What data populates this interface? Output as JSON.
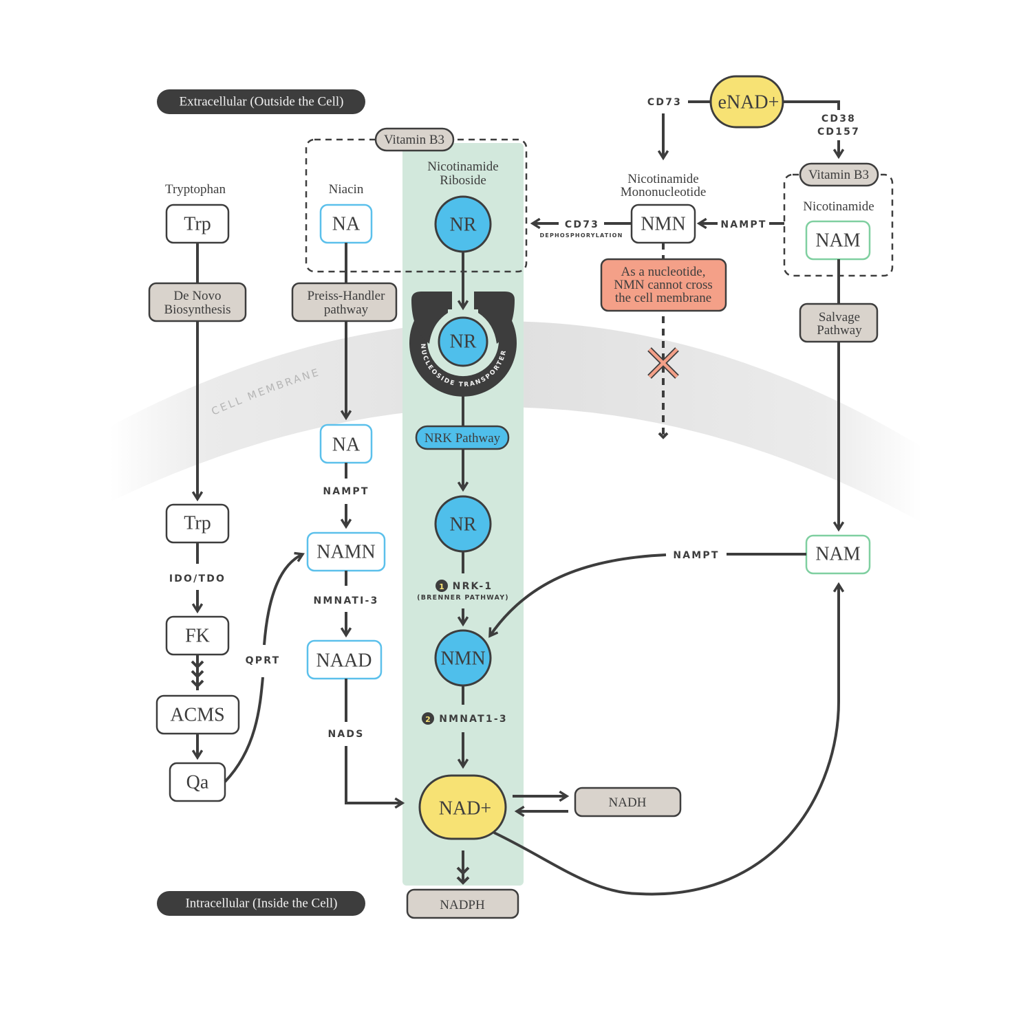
{
  "regions": {
    "extracellular": "Extracellular (Outside the Cell)",
    "intracellular": "Intracellular (Inside the Cell)",
    "membrane": "CELL MEMBRANE"
  },
  "colors": {
    "nr_column": "#d2e8dc",
    "blue_node": "#4fbfeb",
    "yellow_node": "#f7e274",
    "tan_box": "#d9d3cc",
    "warning_box": "#f4a088",
    "green_outline": "#7fcfa0",
    "blue_outline": "#5bc0eb",
    "stroke": "#3d3d3d"
  },
  "extracellular": {
    "vitamin_b3_left": "Vitamin B3",
    "vitamin_b3_right": "Vitamin B3",
    "tryptophan": {
      "caption": "Tryptophan",
      "node": "Trp"
    },
    "niacin": {
      "caption": "Niacin",
      "node": "NA"
    },
    "nicotinamide_riboside": {
      "caption_line1": "Nicotinamide",
      "caption_line2": "Riboside",
      "node": "NR"
    },
    "nicotinamide_mononucleotide": {
      "caption_line1": "Nicotinamide",
      "caption_line2": "Mononucleotide",
      "node": "NMN"
    },
    "nicotinamide": {
      "caption": "Nicotinamide",
      "node": "NAM"
    },
    "enad": "eNAD+",
    "enzymes": {
      "cd73_top": "CD73",
      "cd38": "CD38",
      "cd157": "CD157",
      "cd73_dephos": "CD73",
      "dephosphorylation": "DEPHOSPHORYLATION",
      "nampt_top": "NAMPT"
    },
    "warning": [
      "As a nucleotide,",
      "NMN cannot cross",
      "the cell membrane"
    ]
  },
  "pathways": {
    "de_novo": [
      "De Novo",
      "Biosynthesis"
    ],
    "preiss_handler": [
      "Preiss-Handler",
      "pathway"
    ],
    "salvage": [
      "Salvage",
      "Pathway"
    ],
    "nucleoside_transporter": "NUCLEOSIDE TRANSPORTER",
    "nrk": "NRK Pathway"
  },
  "intracellular": {
    "de_novo_chain": {
      "trp": "Trp",
      "ido_tdo": "IDO/TDO",
      "fk": "FK",
      "acms": "ACMS",
      "qa": "Qa",
      "qprt": "QPRT"
    },
    "preiss_chain": {
      "na": "NA",
      "nampt": "NAMPT",
      "namn": "NAMN",
      "nmnat": "NMNATI-3",
      "naad": "NAAD",
      "nads": "NADS"
    },
    "nr_chain": {
      "nr_transport": "NR",
      "nr": "NR",
      "step1_num": "1",
      "step1": "NRK-1",
      "step1_sub": "(BRENNER PATHWAY)",
      "nmn": "NMN",
      "step2_num": "2",
      "step2": "NMNAT1-3"
    },
    "salvage_chain": {
      "nam": "NAM",
      "nampt": "NAMPT"
    },
    "nad": "NAD+",
    "nadh": "NADH",
    "nadph": "NADPH"
  }
}
